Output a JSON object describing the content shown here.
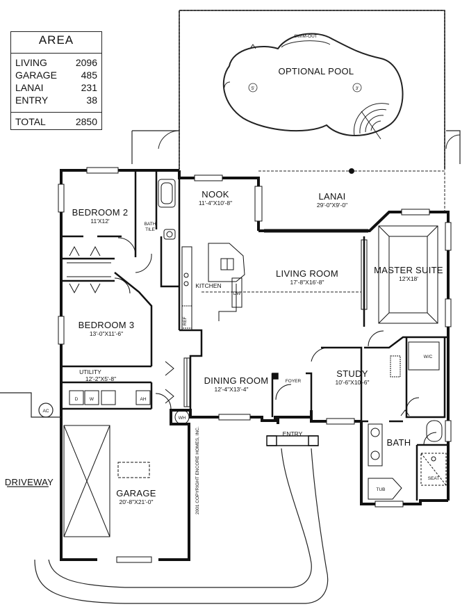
{
  "area_table": {
    "title": "AREA",
    "rows": [
      {
        "label": "LIVING",
        "value": "2096"
      },
      {
        "label": "GARAGE",
        "value": "485"
      },
      {
        "label": "LANAI",
        "value": "231"
      },
      {
        "label": "ENTRY",
        "value": "38"
      }
    ],
    "total": {
      "label": "TOTAL",
      "value": "2850"
    }
  },
  "rooms": {
    "optional_pool": {
      "name": "OPTIONAL POOL",
      "swim_out": "SWIM-OUT",
      "depth_a": "5'",
      "depth_b": "3'"
    },
    "bedroom2": {
      "name": "BEDROOM 2",
      "dim": "11'X12'"
    },
    "bath_tile": {
      "name": "BATH",
      "sub": "TILE"
    },
    "nook": {
      "name": "NOOK",
      "dim": "11'-4\"X10'-8\""
    },
    "lanai": {
      "name": "LANAI",
      "dim": "29'-0\"X9'-0\""
    },
    "kitchen": {
      "name": "KITCHEN"
    },
    "living_room": {
      "name": "LIVING ROOM",
      "dim": "17'-8\"X16'-8\""
    },
    "master_suite": {
      "name": "MASTER SUITE",
      "dim": "12'X18'"
    },
    "bedroom3": {
      "name": "BEDROOM 3",
      "dim": "13'-0\"X11'-6\""
    },
    "utility": {
      "name": "UTILITY",
      "dim": "12'-2\"X5'-8\""
    },
    "dining_room": {
      "name": "DINING ROOM",
      "dim": "12'-4\"X13'-4\""
    },
    "foyer": {
      "name": "FOYER"
    },
    "study": {
      "name": "STUDY",
      "dim": "10'-6\"X10'-6\""
    },
    "entry": {
      "name": "ENTRY"
    },
    "wic": {
      "name": "W/C"
    },
    "bath": {
      "name": "BATH"
    },
    "garage": {
      "name": "GARAGE",
      "dim": "20'-8\"X21'-0\""
    },
    "driveway": {
      "name": "DRIVEWAY"
    }
  },
  "fixtures": {
    "ac": "AC",
    "wh": "WH",
    "ah": "AH",
    "dryer": "D",
    "washer": "W",
    "dw": "DW",
    "tub": "TUB",
    "seat": "SEAT",
    "ref": "REF"
  },
  "copyright": "2001 COPYRIGHT ENCORE HOMES, INC."
}
